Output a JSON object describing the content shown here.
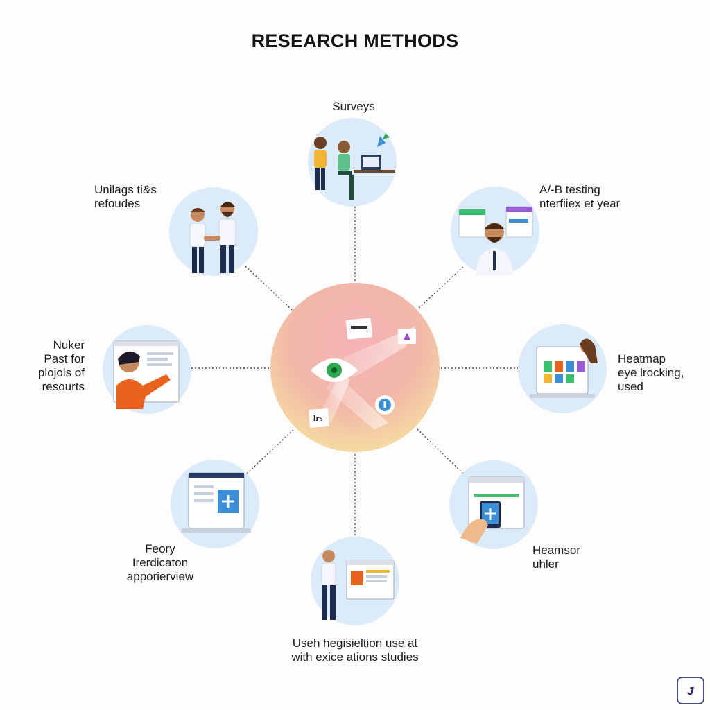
{
  "title": "RESEARCH METHODS",
  "methods": [
    {
      "id": "surveys",
      "lines": [
        "Surveys"
      ]
    },
    {
      "id": "ab-testing",
      "lines": [
        "A/-B testing",
        "nterfiiex et year"
      ]
    },
    {
      "id": "heatmap",
      "lines": [
        "Heatmap",
        "eye lrocking,",
        "used"
      ]
    },
    {
      "id": "heamsor",
      "lines": [
        "Heamsor",
        "uhler"
      ]
    },
    {
      "id": "usability",
      "lines": [
        "Useh hegisieltion use at",
        "with exice ations studies"
      ]
    },
    {
      "id": "feory",
      "lines": [
        "Feory",
        "Irerdicaton",
        "apporierview"
      ]
    },
    {
      "id": "nuker",
      "lines": [
        "Nuker",
        "Past for",
        "plojols of",
        "resourts"
      ]
    },
    {
      "id": "unilags",
      "lines": [
        "Unilags ti&s",
        "refoudes"
      ]
    }
  ],
  "hub_icons": {
    "tag_text": "lrs"
  },
  "colors": {
    "node_fill": "#dcebfa",
    "hub_top": "#ef9aa6",
    "hub_bottom": "#f5e2a0",
    "connector": "#4a4a4a",
    "accent_orange": "#e8641e",
    "accent_green": "#3cbf6e",
    "accent_blue": "#3a8fd6"
  },
  "logo_glyph": "ᴊ"
}
